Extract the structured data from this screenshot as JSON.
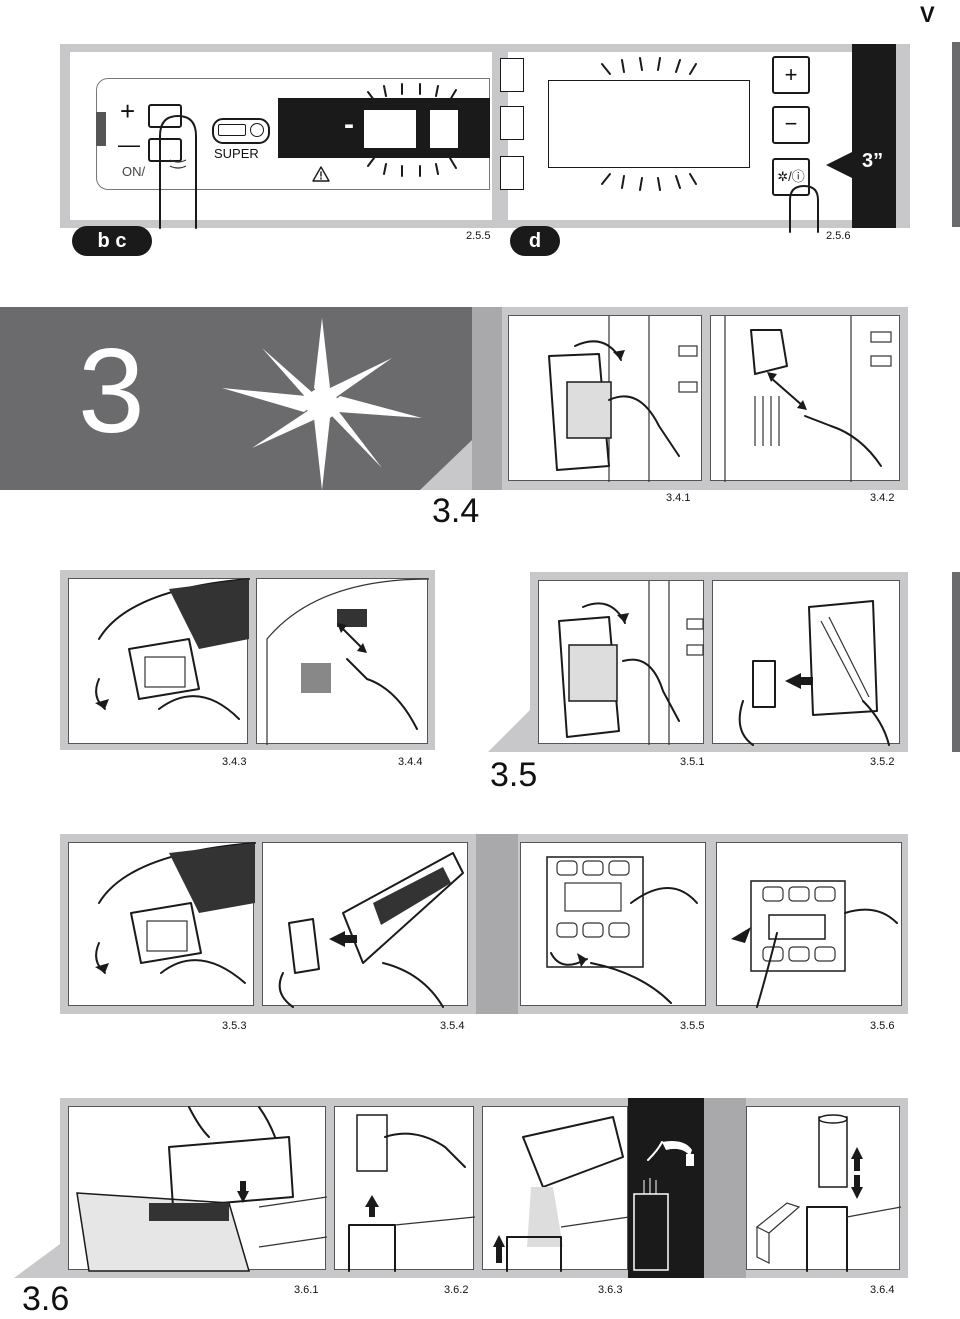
{
  "page": {
    "corner_letter": "V"
  },
  "colors": {
    "frame_gray": "#c8c8ca",
    "dark_gray": "#6b6b6d",
    "black": "#1a1a1a"
  },
  "row1": {
    "left_tag": "b c",
    "left_caption": "2.5.5",
    "right_tag": "d",
    "right_caption": "2.5.6",
    "panel_left": {
      "plus_label": "+",
      "minus_label": "—",
      "super_label": "SUPER",
      "on_label": "ON/",
      "display_dash": "-",
      "warning_icon": "warning-triangle"
    },
    "panel_right": {
      "plus_label": "+",
      "minus_label": "−",
      "fan_power_label": "✲/ⓘ",
      "time_badge": "3”"
    }
  },
  "row2": {
    "section_number": "3",
    "section_label": "3.4",
    "captions": [
      "3.4.1",
      "3.4.2"
    ]
  },
  "row3": {
    "captions": [
      "3.4.3",
      "3.4.4"
    ],
    "section_label": "3.5",
    "captions_right": [
      "3.5.1",
      "3.5.2"
    ]
  },
  "row4": {
    "captions": [
      "3.5.3",
      "3.5.4",
      "3.5.5",
      "3.5.6"
    ]
  },
  "row5": {
    "section_label": "3.6",
    "captions": [
      "3.6.1",
      "3.6.2",
      "3.6.3",
      "3.6.4"
    ]
  }
}
